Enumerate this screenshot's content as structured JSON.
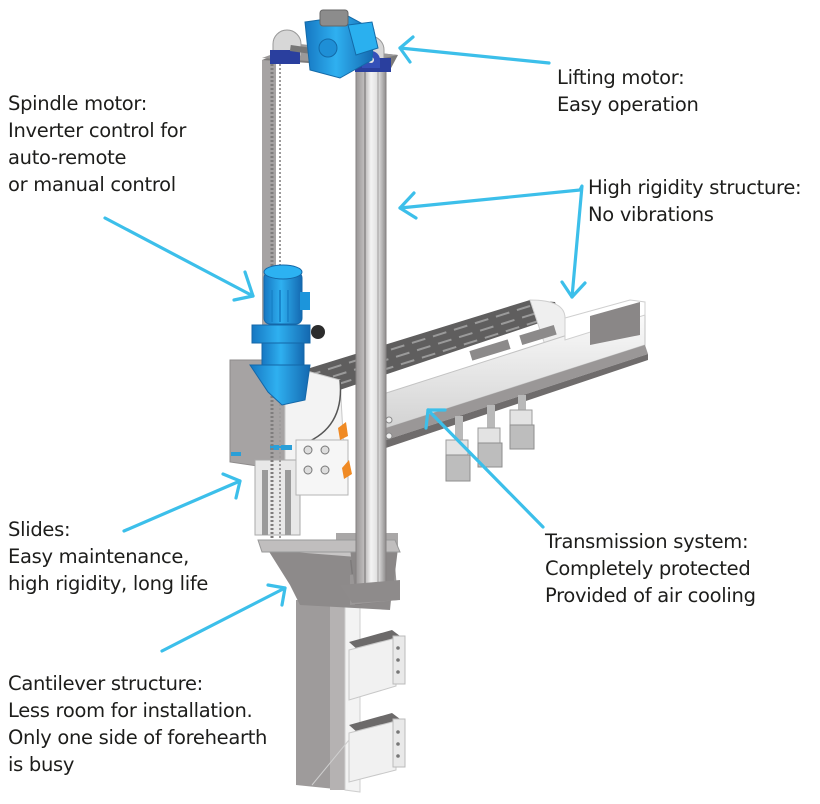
{
  "diagram": {
    "subject": "forehearth stirrer machine",
    "arrow_color": "#3cbfea",
    "colors": {
      "motor_blue": "#1e9fe0",
      "bearing_blue": "#2a3f9e",
      "frame_gray": "#b8b6b6",
      "frame_dark": "#8e8b8b",
      "frame_light": "#f2f2f2",
      "handle_orange": "#f08a24",
      "text": "#1d1d1b"
    },
    "callouts": [
      {
        "id": "spindle-motor",
        "title": "Spindle motor:",
        "lines": [
          "Inverter control for",
          "auto-remote",
          "or manual control"
        ]
      },
      {
        "id": "lifting-motor",
        "title": "Lifting motor:",
        "lines": [
          "Easy operation"
        ]
      },
      {
        "id": "high-rigidity",
        "title": "High rigidity structure:",
        "lines": [
          "No vibrations"
        ]
      },
      {
        "id": "slides",
        "title": "Slides:",
        "lines": [
          "Easy maintenance,",
          "high rigidity, long life"
        ]
      },
      {
        "id": "cantilever",
        "title": "Cantilever structure:",
        "lines": [
          "Less room for installation.",
          "Only one side of forehearth",
          "is busy"
        ]
      },
      {
        "id": "transmission",
        "title": "Transmission system:",
        "lines": [
          "Completely protected",
          "Provided of air cooling"
        ]
      }
    ]
  }
}
